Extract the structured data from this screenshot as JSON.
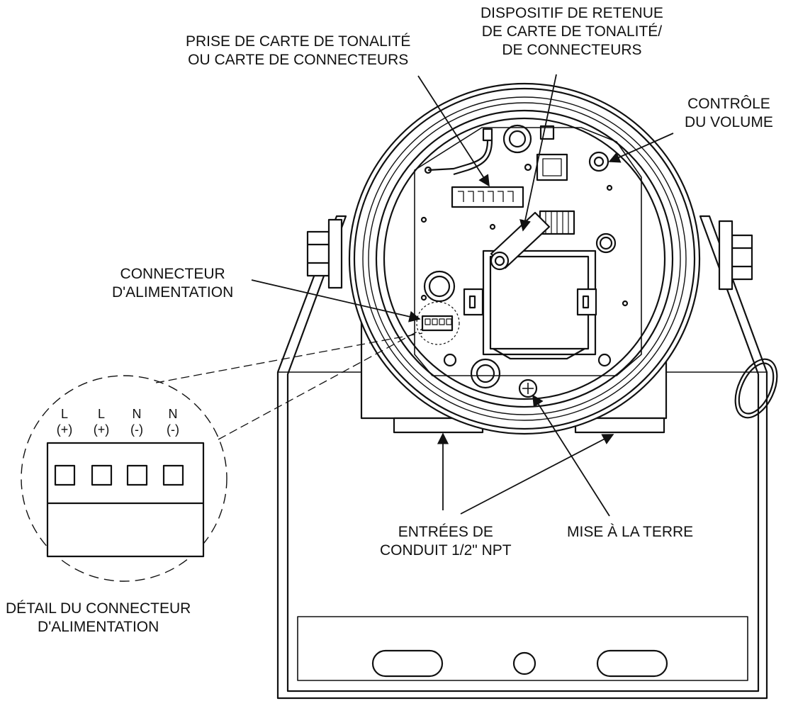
{
  "labels": {
    "tone_socket": [
      "PRISE DE CARTE DE TONALITÉ",
      "OU CARTE DE CONNECTEURS"
    ],
    "tone_retainer": [
      "DISPOSITIF DE RETENUE",
      "DE CARTE DE TONALITÉ/",
      "DE CONNECTEURS"
    ],
    "volume": [
      "CONTRÔLE",
      "DU VOLUME"
    ],
    "power_connector": [
      "CONNECTEUR",
      "D'ALIMENTATION"
    ],
    "conduit": [
      "ENTRÉES DE",
      "CONDUIT 1/2\" NPT"
    ],
    "ground": [
      "MISE À LA TERRE"
    ],
    "detail": [
      "DÉTAIL DU CONNECTEUR",
      "D'ALIMENTATION"
    ]
  },
  "terminals": [
    {
      "letter": "L",
      "polarity": "(+)"
    },
    {
      "letter": "L",
      "polarity": "(+)"
    },
    {
      "letter": "N",
      "polarity": "(-)"
    },
    {
      "letter": "N",
      "polarity": "(-)"
    }
  ]
}
